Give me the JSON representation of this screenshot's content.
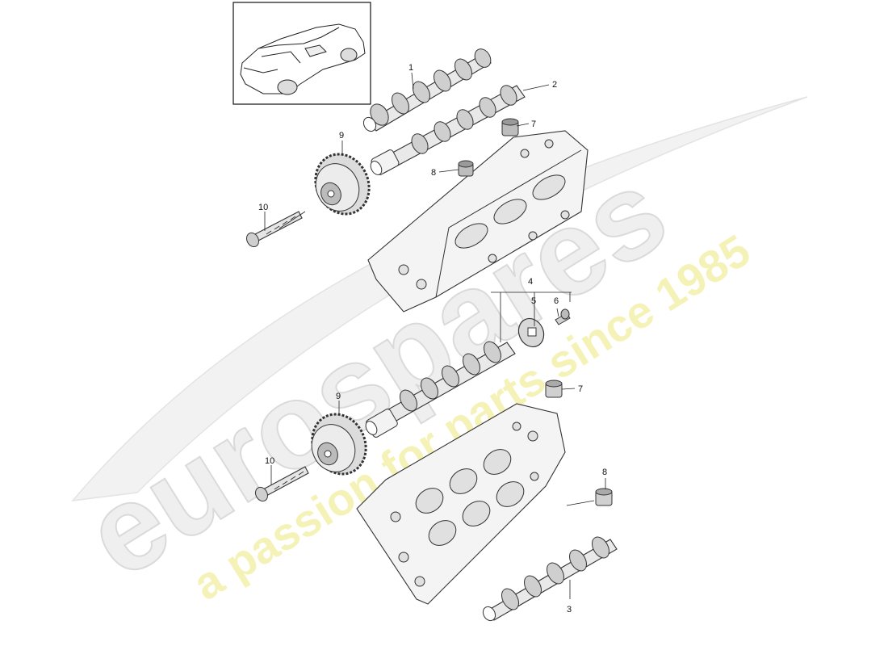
{
  "watermark": {
    "brand": "eurospares",
    "tagline": "a passion for parts since 1985",
    "tagline_color": "#f2ee9a",
    "brand_color": "#e2e2e2"
  },
  "thumbnail": {
    "icon": "car-icon"
  },
  "callouts": {
    "c1": "1",
    "c2": "2",
    "c3": "3",
    "c4": "4",
    "c5": "5",
    "c6": "6",
    "c7a": "7",
    "c7b": "7",
    "c8a": "8",
    "c8b": "8",
    "c9a": "9",
    "c9b": "9",
    "c10a": "10",
    "c10b": "10"
  }
}
